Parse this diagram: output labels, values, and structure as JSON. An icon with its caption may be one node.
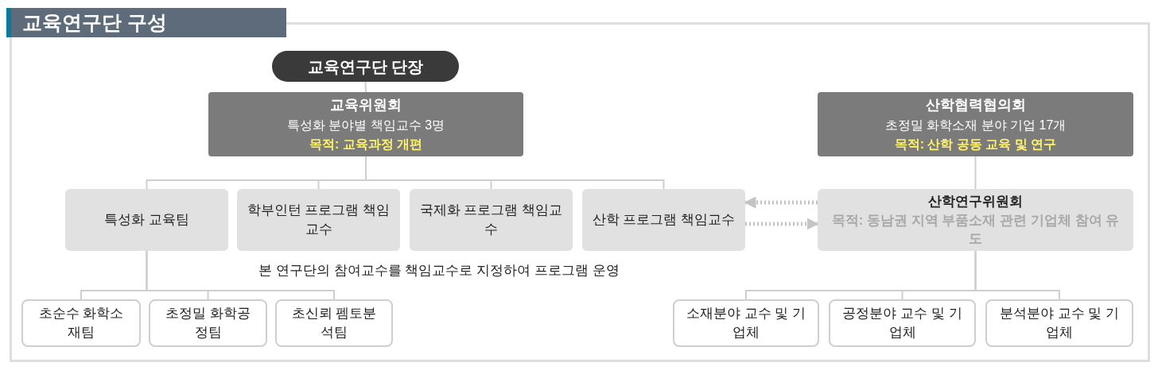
{
  "diagram": {
    "title": "교육연구단 구성",
    "nodes": [
      {
        "text": [
          "교육연구단 단장"
        ]
      },
      {
        "text": [
          "교육위원회",
          "특성화 분야별 책임교수 3명",
          "목적: 교육과정 개편"
        ]
      },
      {
        "text": [
          "산학협력협의회",
          "초정밀 화학소재 분야 기업 17개",
          "목적: 산학 공동 교육 및 연구"
        ]
      },
      {
        "text": [
          "특성화 교육팀"
        ]
      },
      {
        "text": [
          "학부인턴 프로그램 책임교수"
        ]
      },
      {
        "text": [
          "국제화 프로그램 책임교수"
        ]
      },
      {
        "text": [
          "산학 프로그램 책임교수"
        ]
      },
      {
        "text": [
          "산학연구위원회",
          "목적: 동남권 지역 부품소재 관련 기업체 참여 유도"
        ]
      },
      {
        "text": [
          "초순수 화학소재팀"
        ]
      },
      {
        "text": [
          "초정밀 화학공정팀"
        ]
      },
      {
        "text": [
          "초신뢰 펨토분석팀"
        ]
      },
      {
        "text": [
          "소재분야 교수 및 기업체"
        ]
      },
      {
        "text": [
          "공정분야 교수 및 기업체"
        ]
      },
      {
        "text": [
          "분석분야 교수 및 기업체"
        ]
      }
    ],
    "edges": [
      {
        "from": 0,
        "to": 1,
        "arrow": "none"
      },
      {
        "from": 1,
        "to": 3,
        "arrow": "none"
      },
      {
        "from": 1,
        "to": 4,
        "arrow": "none"
      },
      {
        "from": 1,
        "to": 5,
        "arrow": "none"
      },
      {
        "from": 1,
        "to": 6,
        "arrow": "none"
      },
      {
        "from": 2,
        "to": 7,
        "arrow": "none"
      },
      {
        "from": 3,
        "to": 8,
        "arrow": "none"
      },
      {
        "from": 3,
        "to": 9,
        "arrow": "none"
      },
      {
        "from": 3,
        "to": 10,
        "arrow": "none"
      },
      {
        "from": 7,
        "to": 11,
        "arrow": "none"
      },
      {
        "from": 7,
        "to": 12,
        "arrow": "none"
      },
      {
        "from": 7,
        "to": 13,
        "arrow": "none"
      },
      {
        "from": 7,
        "to": 6,
        "arrow": "to",
        "style": "dashed"
      },
      {
        "from": 6,
        "to": 7,
        "arrow": "to",
        "style": "dashed"
      }
    ],
    "labels": [
      "본 연구단의 참여교수를 책임교수로 지정하여 프로그램 운영"
    ]
  }
}
